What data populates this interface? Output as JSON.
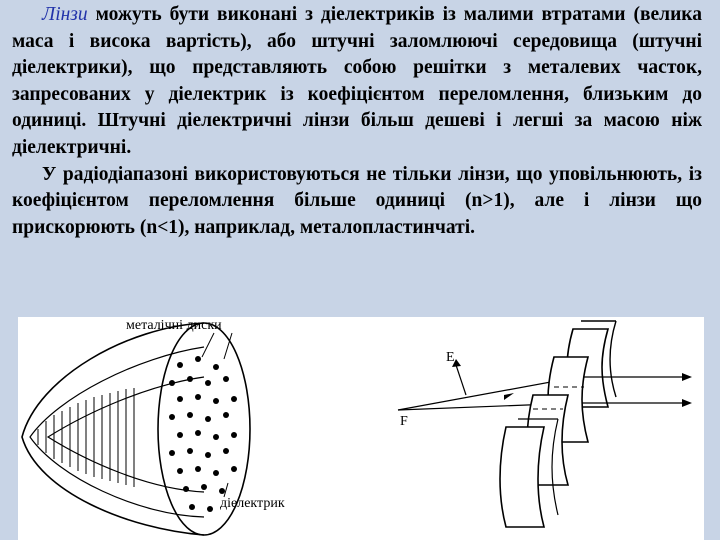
{
  "text": {
    "p1_accent": "Лінзи",
    "p1_rest": " можуть бути виконані з діелектриків із малими втратами (велика маса і висока вартість), або штучні заломлюючі середовища (штучні діелектрики), що представляють собою решітки з металевих часток, запресованих у діелектрик із коефіцієнтом переломлення, близьким до одиниці. Штучні діелектричні лінзи більш дешеві і легші за масою ніж діелектричні.",
    "p2": "У радіодіапазоні використовуються не тільки лінзи, що уповільнюють, із коефіцієнтом переломлення більше одиниці (n>1), але і лінзи що прискорюють (n<1), наприклад, металопластинчаті."
  },
  "figure": {
    "label_disks": "металічні диски",
    "label_dielectric": "діелектрик",
    "label_E": "E",
    "label_F": "F"
  },
  "colors": {
    "background": "#c8d4e6",
    "accent_text": "#2233aa",
    "figure_bg": "#ffffff"
  }
}
